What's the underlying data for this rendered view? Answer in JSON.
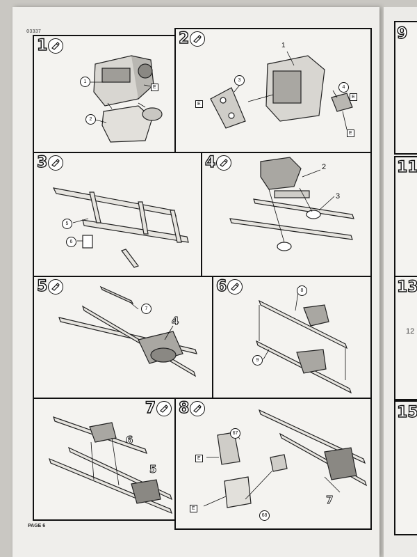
{
  "sheet": {
    "part_number": "03337",
    "page_label": "PAGE 6"
  },
  "steps": [
    {
      "number": "1",
      "callouts": [
        "1",
        "2"
      ],
      "flags": [
        "E"
      ]
    },
    {
      "number": "2",
      "callouts": [
        "1",
        "3",
        "4"
      ],
      "flags": [
        "E",
        "E",
        "E"
      ]
    },
    {
      "number": "3",
      "callouts": [
        "5",
        "6"
      ]
    },
    {
      "number": "4",
      "callouts": [
        "2",
        "3"
      ]
    },
    {
      "number": "5",
      "callouts": [
        "7",
        "4"
      ]
    },
    {
      "number": "6",
      "callouts": [
        "8",
        "9"
      ]
    },
    {
      "number": "7",
      "callouts": [
        "6",
        "5"
      ]
    },
    {
      "number": "8",
      "callouts": [
        "67",
        "68",
        "7"
      ],
      "flags": [
        "E",
        "E"
      ]
    }
  ],
  "next_page_steps": [
    "9",
    "11",
    "13",
    "15"
  ],
  "next_page_partial": [
    "12"
  ],
  "icons": {
    "step_badge": "glue-tube-icon"
  }
}
